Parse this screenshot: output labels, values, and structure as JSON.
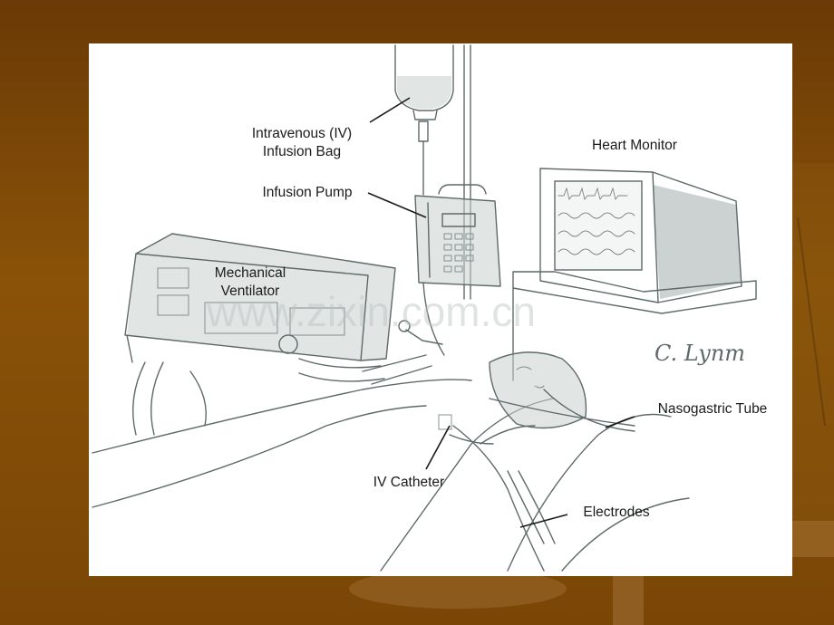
{
  "labels": {
    "iv_bag_line1": "Intravenous (IV)",
    "iv_bag_line2": "Infusion Bag",
    "infusion_pump": "Infusion Pump",
    "heart_monitor": "Heart Monitor",
    "ventilator_line1": "Mechanical",
    "ventilator_line2": "Ventilator",
    "nasogastric_tube": "Nasogastric Tube",
    "iv_catheter": "IV Catheter",
    "electrodes": "Electrodes"
  },
  "signature": "C. Lynm",
  "watermark": "www.zixin.com.cn",
  "colors": {
    "background": "#7a4606",
    "panel": "#ffffff",
    "ink": "#1a1a1a",
    "sketch": "#5e6a6a"
  }
}
